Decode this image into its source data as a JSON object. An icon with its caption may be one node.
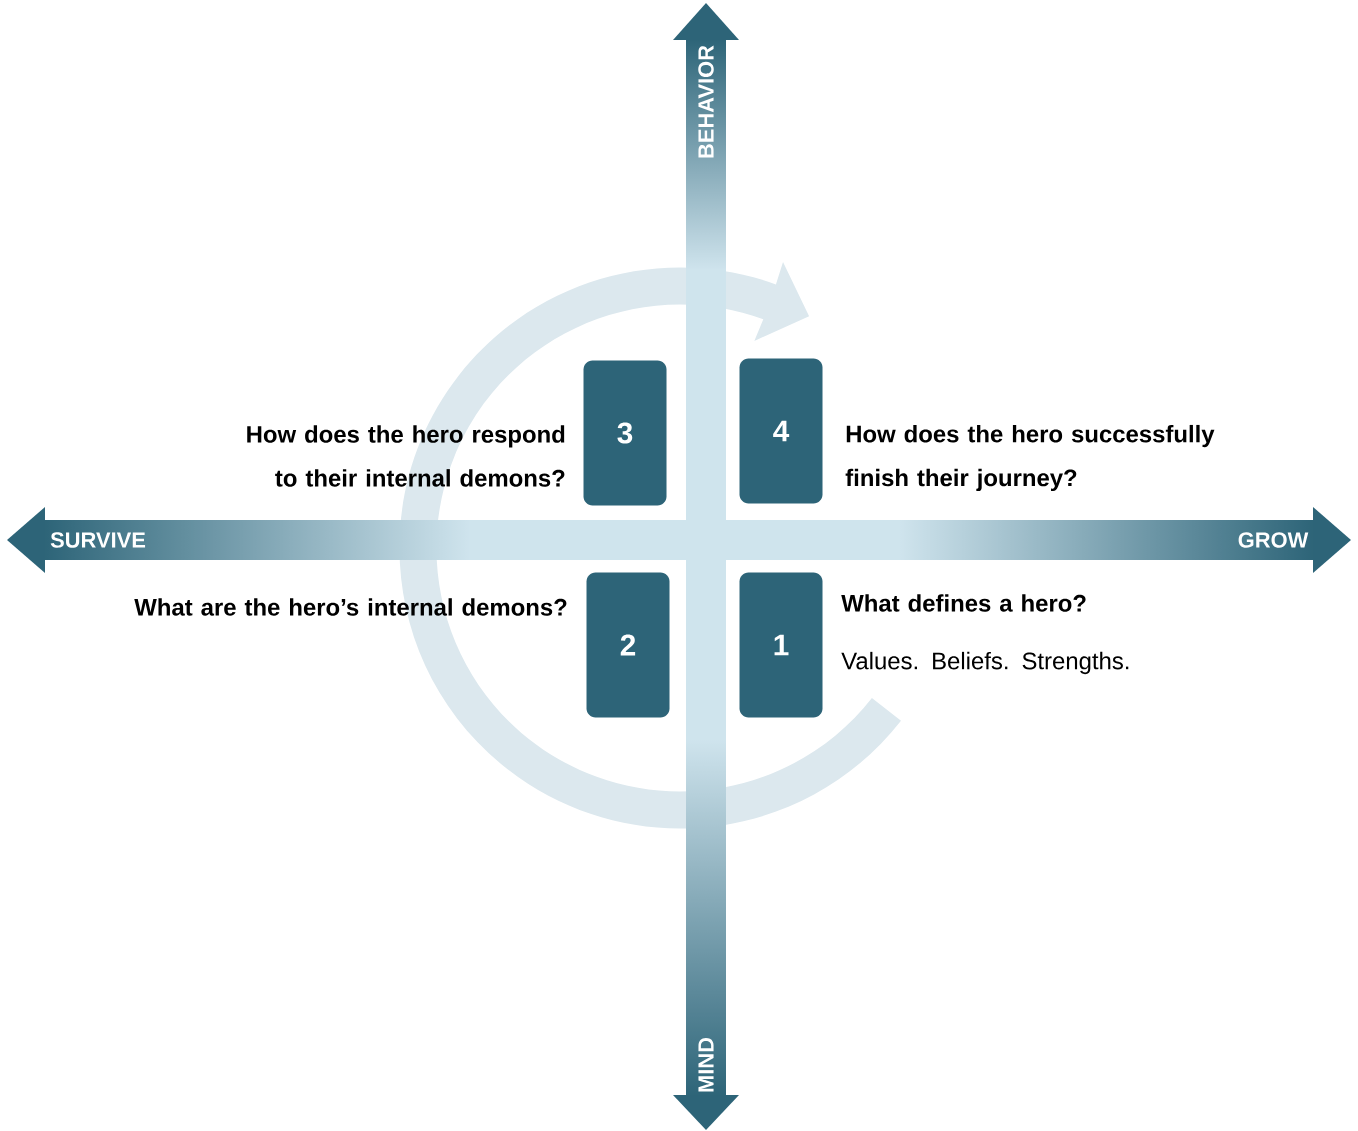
{
  "diagram": {
    "nodes": [
      {
        "text": [
          "3"
        ],
        "beside": [
          "How does the hero respond to their internal demons?"
        ]
      },
      {
        "text": [
          "4"
        ],
        "beside": [
          "How does the hero successfully finish their journey?"
        ]
      },
      {
        "text": [
          "2"
        ],
        "beside": [
          "What are the hero’s internal demons?"
        ]
      },
      {
        "text": [
          "1"
        ],
        "beside": [
          "What defines a hero?",
          "Values. Beliefs. Strengths."
        ]
      }
    ],
    "labels": [
      "BEHAVIOR",
      "SURVIVE",
      "GROW",
      "MIND"
    ]
  }
}
